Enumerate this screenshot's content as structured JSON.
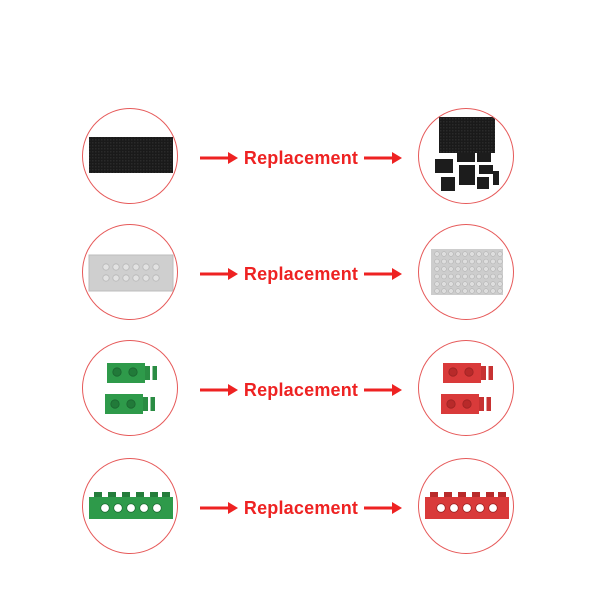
{
  "accent_color": "#ee2222",
  "rows": [
    {
      "label": "Replacement",
      "before": "black-tile-icon",
      "after": "black-tiles-set-icon"
    },
    {
      "label": "Replacement",
      "before": "gray-plate-2x6-icon",
      "after": "gray-plate-6x10-icon"
    },
    {
      "label": "Replacement",
      "before": "green-hinge-plates-icon",
      "after": "red-hinge-plates-icon"
    },
    {
      "label": "Replacement",
      "before": "green-technic-brick-icon",
      "after": "red-technic-brick-icon"
    }
  ]
}
